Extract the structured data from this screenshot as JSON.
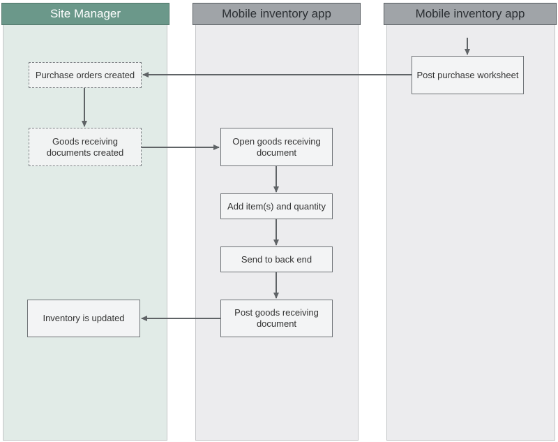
{
  "lanes": [
    {
      "id": "site-manager",
      "title": "Site Manager"
    },
    {
      "id": "mobile-inventory-app-1",
      "title": "Mobile inventory app"
    },
    {
      "id": "mobile-inventory-app-2",
      "title": "Mobile inventory app"
    }
  ],
  "nodes": {
    "purchase_orders_created": "Purchase orders created",
    "goods_receiving_docs_created": "Goods receiving documents created",
    "inventory_updated": "Inventory is updated",
    "open_goods_receiving_doc": "Open goods receiving document",
    "add_items_quantity": "Add item(s) and quantity",
    "send_to_back_end": "Send to back end",
    "post_goods_receiving_doc": "Post goods receiving document",
    "post_purchase_worksheet": "Post purchase worksheet"
  },
  "colors": {
    "site_manager_lane": "#e1ebe7",
    "app_lane": "#ececee",
    "site_manager_header": "#6b988a",
    "app_header": "#a0a4a8",
    "arrow": "#5f6366"
  }
}
